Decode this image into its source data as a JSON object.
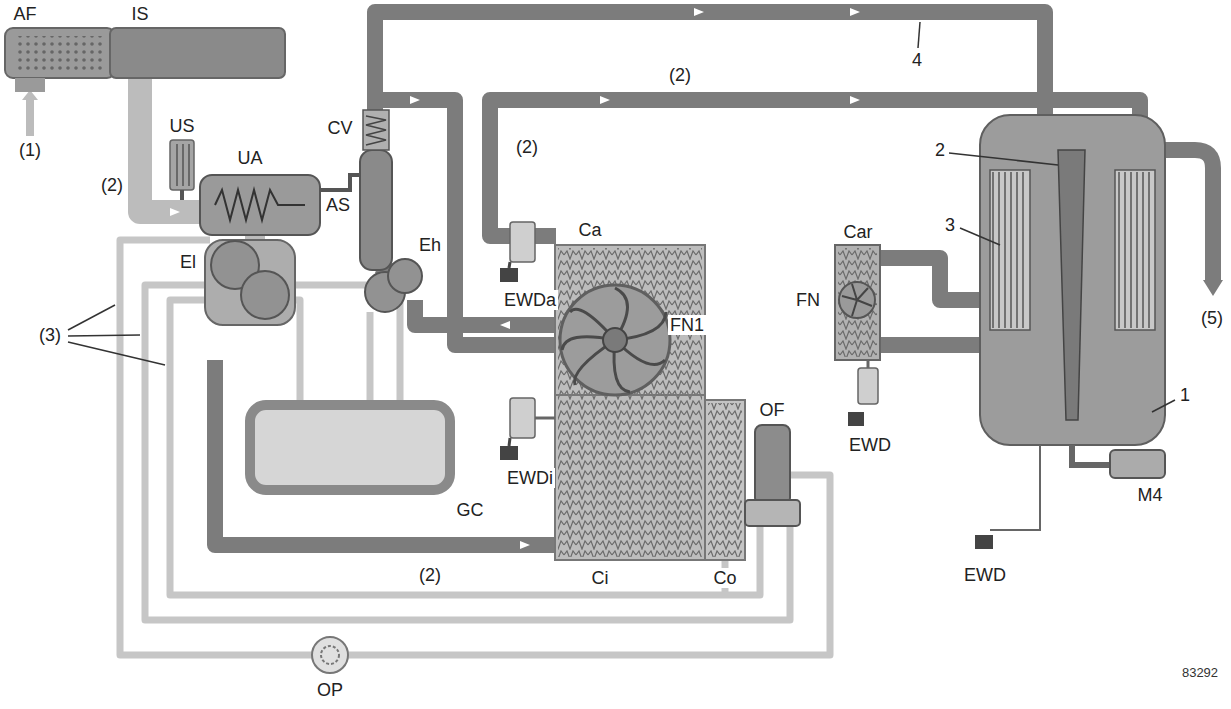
{
  "diagram": {
    "labels": [
      "AF",
      "IS",
      "(1)",
      "(2)",
      "US",
      "UA",
      "CV",
      "AS",
      "(2)",
      "(2)",
      "4",
      "Ca",
      "Eh",
      "El",
      "(3)",
      "EWDa",
      "FN1",
      "FN",
      "Car",
      "2",
      "3",
      "(5)",
      "1",
      "EWDi",
      "GC",
      "OF",
      "EWD",
      "M4",
      "(2)",
      "Ci",
      "Co",
      "EWD",
      "OP",
      "83292"
    ]
  }
}
